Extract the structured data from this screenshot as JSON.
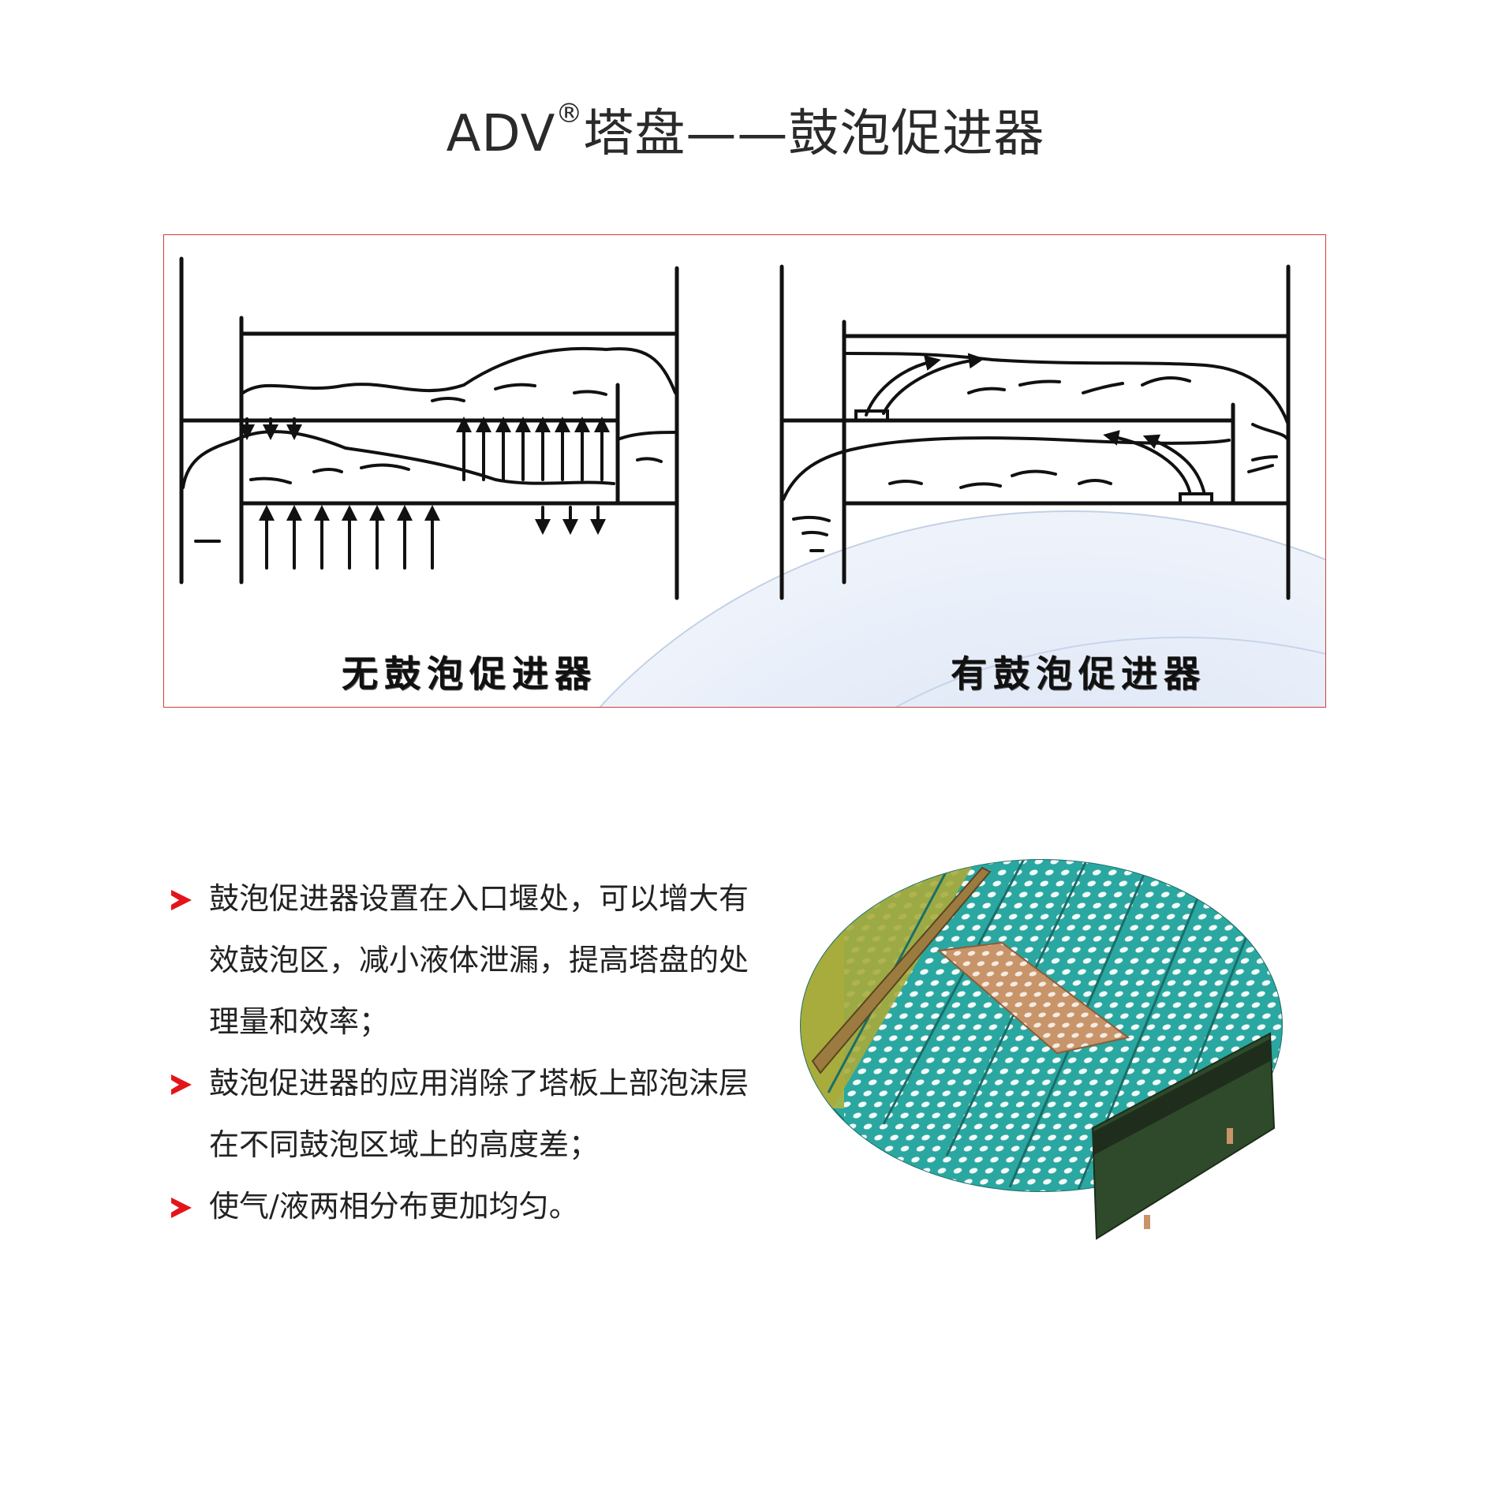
{
  "title": {
    "main_prefix": "ADV",
    "reg_mark": "®",
    "main_suffix": "塔盘——鼓泡促进器"
  },
  "diagram": {
    "left_caption": "无鼓泡促进器",
    "right_caption": "有鼓泡促进器"
  },
  "bullets": [
    "鼓泡促进器设置在入口堰处，可以增大有效鼓泡区，减小液体泄漏，提高塔盘的处理量和效率；",
    "鼓泡促进器的应用消除了塔板上部泡沫层在不同鼓泡区域上的高度差；",
    "使气/液两相分布更加均匀。"
  ],
  "colors": {
    "frame_border": "#d23c3c",
    "bullet_arrow": "#e3151a",
    "tray_deck": "#2aa7a0",
    "tray_promoter": "#c8946a",
    "tray_weir": "#2f4a2b"
  },
  "icons": {
    "bullet": "red-arrowhead-icon"
  }
}
